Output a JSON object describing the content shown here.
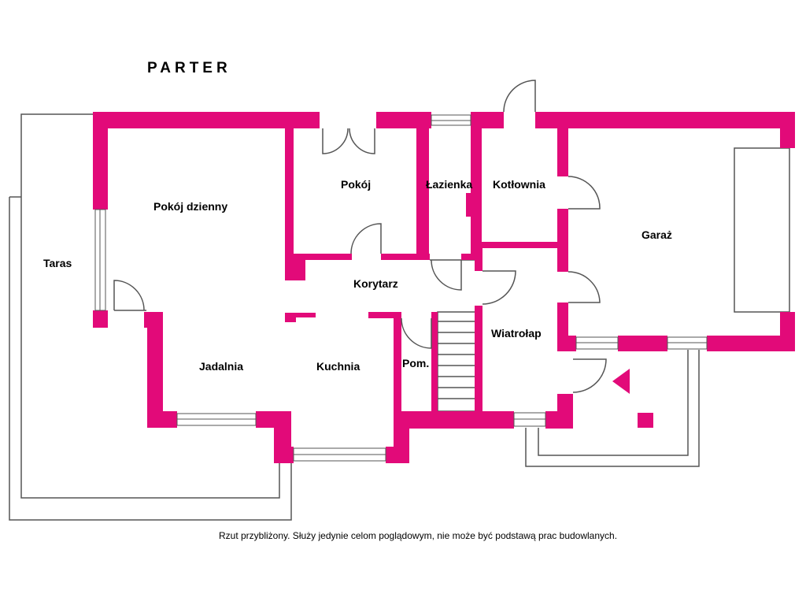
{
  "title": "PARTER",
  "rooms": {
    "taras": "Taras",
    "pokoj_dzienny": "Pokój dzienny",
    "pokoj": "Pokój",
    "lazienka": "Łazienka",
    "kotlownia": "Kotłownia",
    "garaz": "Garaż",
    "korytarz": "Korytarz",
    "wiatrolap": "Wiatrołap",
    "jadalnia": "Jadalnia",
    "kuchnia": "Kuchnia",
    "pom": "Pom."
  },
  "footnote": "Rzut przybliżony. Służy jedynie celom poglądowym, nie może być podstawą prac budowlanych.",
  "colors": {
    "wall": "#e20a79",
    "line": "#555555"
  }
}
